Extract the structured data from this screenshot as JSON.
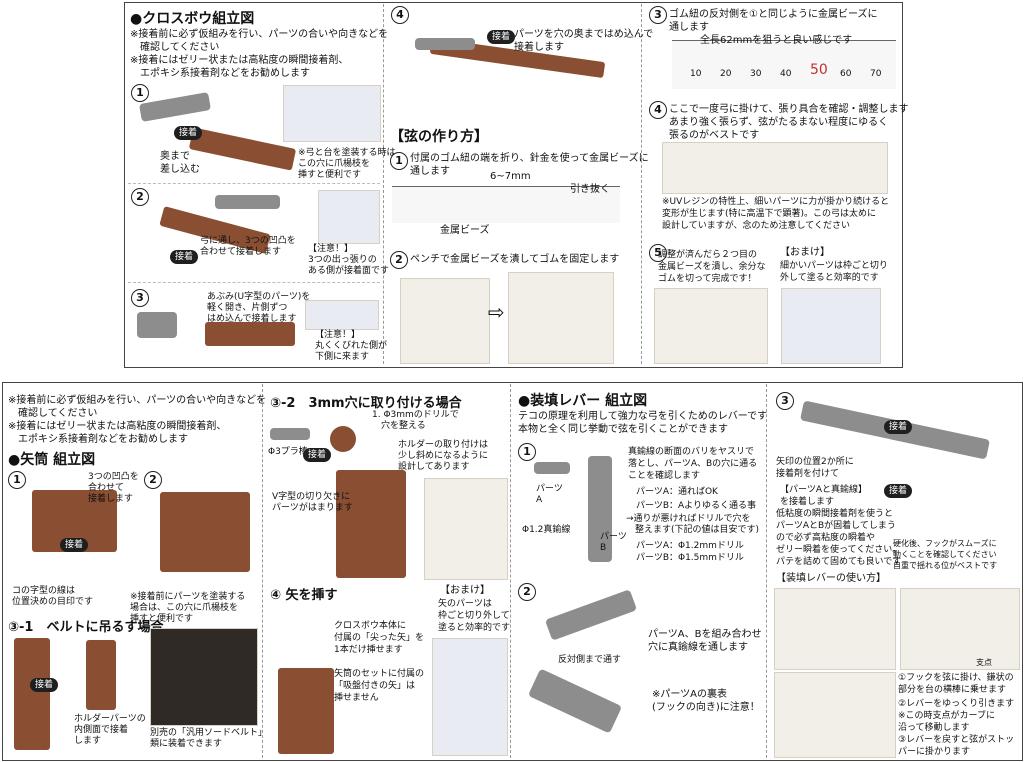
{
  "top": {
    "assembly_title": "●クロスボウ組立図",
    "notes": [
      "※接着前に必ず仮組みを行い、パーツの合いや向きなどを",
      "　確認してください",
      "※接着にはゼリー状または高粘度の瞬間接着剤、",
      "　エポキシ系接着剤などをお勧めします"
    ],
    "step1_label": "奥まで\n差し込む",
    "step1_note": "※弓と台を塗装する時は\nこの穴に爪楊枝を\n挿すと便利です",
    "step2_label": "弓に通し、3つの凹凸を\n合わせて接着します",
    "step2_warn": "【注意！】\n3つの出っ張りの\nある側が接着面です",
    "step3_label": "あぶみ(U字型のパーツ)を\n軽く開き、片側ずつ\nはめ込んで接着します",
    "step3_warn": "【注意！】\n丸くくびれた側が\n下側に来ます",
    "step4_label": "パーツを穴の奥まではめ込んで\n接着します",
    "glue": "接着",
    "string_title": "【弦の作り方】",
    "s1": "付属のゴム紐の端を折り、針金を使って金属ビーズに\n通します",
    "s1_mm": "6~7mm",
    "s1_pull": "引き抜く",
    "s1_bead": "金属ビーズ",
    "s2": "ペンチで金属ビーズを潰してゴムを固定します",
    "s3": "ゴム紐の反対側を①と同じように金属ビーズに\n通します",
    "s3_len": "全長62mmを狙うと良い感じです",
    "s3_ruler": [
      "10",
      "20",
      "30",
      "40",
      "50",
      "60",
      "70"
    ],
    "s4": "ここで一度弓に掛けて、張り具合を確認・調整します\nあまり強く張らず、弦がたるまない程度にゆるく\n張るのがベストです",
    "s4_note": "※UVレジンの特性上、細いパーツに力が掛かり続けると\n変形が生じます(特に高温下で顕著)。この弓は太めに\n設計していますが、念のため注意してください",
    "s5": "調整が済んだら２つ目の\n金属ビーズを潰し、余分な\nゴムを切って完成です！",
    "bonus": "【おまけ】",
    "bonus_text": "細かいパーツは枠ごと切り\n外して塗ると効率的です"
  },
  "bottom": {
    "notes": [
      "※接着前に必ず仮組みを行い、パーツの合いや向きなどを",
      "　確認してください",
      "※接着にはゼリー状または高粘度の瞬間接着剤、",
      "　エポキシ系接着剤などをお勧めします"
    ],
    "quiver_title": "●矢筒 組立図",
    "q1": "3つの凹凸を\n合わせて\n接着します",
    "q_note": "※接着前にパーツを塗装する\n場合は、この穴に爪楊枝を\n挿すと便利です",
    "q_guide": "コの字型の線は\n位置決めの目印です",
    "belt_title": "③-1　ベルトに吊るす場合",
    "belt_glue": "ホルダーパーツの\n内側面で接着\nします",
    "belt_sold": "別売の「汎用ソードベルト」\n類に装着できます",
    "h3mm_title": "③-2　3mm穴に取り付ける場合",
    "h3mm_1": "1. Φ3mmのドリルで\n　穴を整える",
    "h3mm_rod": "Φ3プラ棒",
    "h3mm_holder": "ホルダーの取り付けは\n少し斜めになるように\n設計してあります",
    "h3mm_v": "V字型の切り欠きに\nパーツがはまります",
    "arrow_title": "④ 矢を挿す",
    "arrow_text": "クロスボウ本体に\n付属の「尖った矢」を\n1本だけ挿せます\n\n矢筒のセットに付属の\n「吸盤付きの矢」は\n挿せません",
    "bonus": "【おまけ】",
    "bonus_text": "矢のパーツは\n枠ごと切り外して\n塗ると効率的です",
    "lever_title": "●装填レバー 組立図",
    "lever_intro": "テコの原理を利用して強力な弓を引くためのレバーです\n本物と全く同じ挙動で弦を引くことができます",
    "lever1": "真鍮線の断面のバリをヤスリで\n落とし、パーツA、Bの穴に通る\nことを確認します",
    "lever1_a": "パーツA：通ればOK",
    "lever1_b": "パーツB：Aよりゆるく通る事",
    "lever1_c": "→通りが悪ければドリルで穴を\n　整えます(下記の値は目安です)",
    "lever1_d": "パーツA：Φ1.2mmドリル\nパーツB：Φ1.5mmドリル",
    "part_a": "パーツ\nA",
    "part_b": "パーツ\nB",
    "wire": "Φ1.2真鍮線",
    "lever2": "パーツA、Bを組み合わせ\n穴に真鍮線を通します",
    "lever2_rev": "反対側まで通す",
    "lever2_warn": "※パーツAの裏表\n(フックの向き)に注意！",
    "lever3": "矢印の位置2か所に\n接着剤を付けて",
    "lever3_b": "【パーツAと真鍮線】\nを接着します",
    "lever3_c": "低粘度の瞬間接着剤を使うと\nパーツAとBが固着してしまう\nので必ず高粘度の瞬着や\nゼリー瞬着を使ってください。\nパテを詰めて固めても良いです",
    "lever3_d": "硬化後、フックがスムーズに\n動くことを確認してください\n自重で揺れる位がベストです",
    "usage_title": "【装填レバーの使い方】",
    "usage_pivot": "支点",
    "usage1": "①フックを弦に掛け、鎌状の\n部分を台の横棒に乗せます",
    "usage2": "②レバーをゆっくり引きます\n※この時支点がカーブに\n沿って移動します",
    "usage3": "③レバーを戻すと弦がストッ\nパーに掛かります"
  }
}
